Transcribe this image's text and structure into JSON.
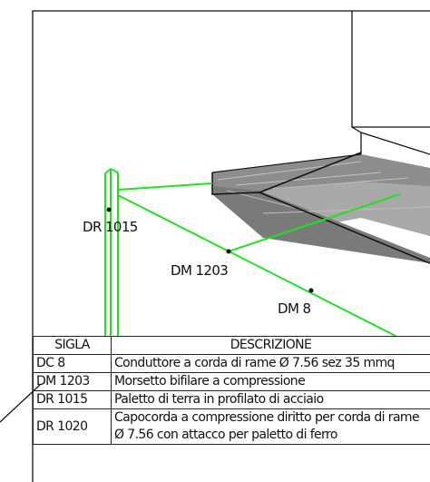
{
  "drawing": {
    "labels": {
      "dr1015": "DR 1015",
      "dm1203": "DM 1203",
      "dm8": "DM 8"
    },
    "colors": {
      "conductor": "#22e022",
      "line": "#111111",
      "shade": "#9a9a9a"
    }
  },
  "legend": {
    "headers": {
      "code": "SIGLA",
      "description": "DESCRIZIONE"
    },
    "rows": [
      {
        "code": "DC 8",
        "description": "Conduttore a corda di rame Ø 7.56 sez 35 mmq"
      },
      {
        "code": "DM 1203",
        "description": "Morsetto bifilare a compressione"
      },
      {
        "code": "DR 1015",
        "description": "Paletto di terra in profilato di acciaio"
      },
      {
        "code": "DR 1020",
        "description": "Capocorda a compressione diritto per corda di rame Ø 7.56 con attacco per paletto di ferro"
      }
    ]
  }
}
